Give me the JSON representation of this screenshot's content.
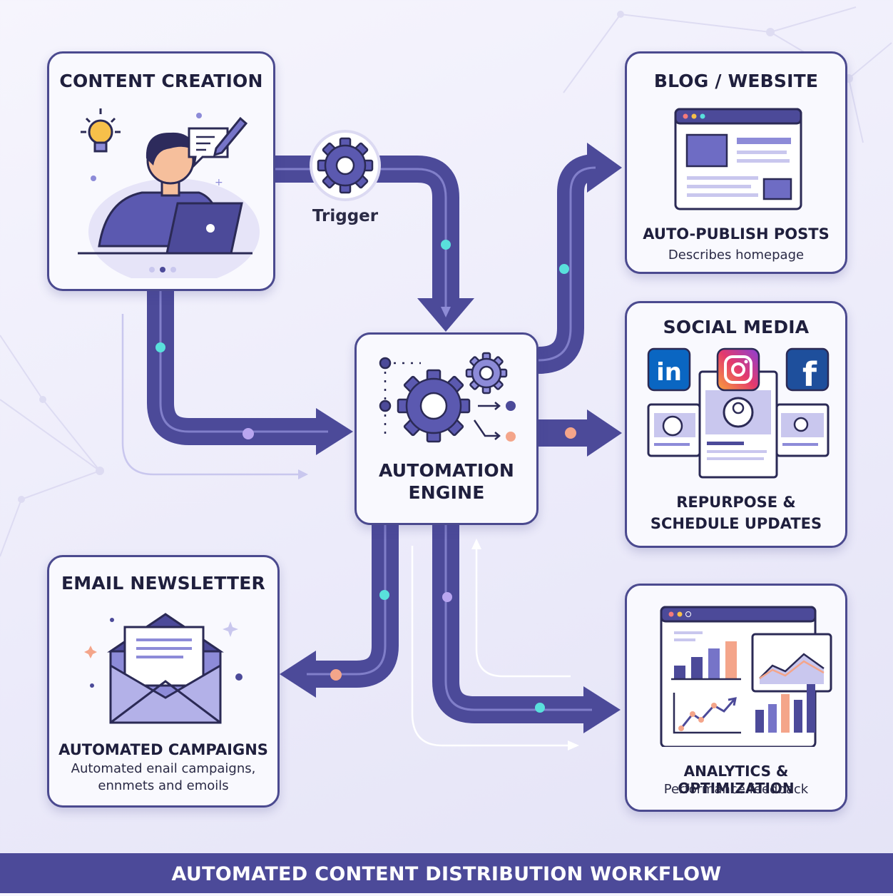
{
  "colors": {
    "primary": "#4c4a99",
    "flow_light": "#c9c7ee",
    "node_cyan": "#59e0dc",
    "node_orange": "#f4a58a",
    "node_lilac": "#b9a6f0"
  },
  "content_creation": {
    "title": "CONTENT CREATION",
    "icons": [
      "lightbulb-icon",
      "person-at-laptop-icon",
      "pen-and-note-icon"
    ]
  },
  "trigger": {
    "label": "Trigger",
    "icon": "gear-icon"
  },
  "engine": {
    "title_line1": "AUTOMATION",
    "title_line2": "ENGINE",
    "icons": [
      "gear-icon",
      "small-gear-icon"
    ]
  },
  "blog": {
    "title": "BLOG / WEBSITE",
    "subtitle": "AUTO-PUBLISH POSTS",
    "description": "Describes homepage",
    "icon": "browser-window-icon"
  },
  "social": {
    "title": "SOCIAL MEDIA",
    "subtitle_line1": "REPURPOSE &",
    "subtitle_line2": "SCHEDULE UPDATES",
    "logos": [
      {
        "name": "linkedin-logo",
        "text": "in"
      },
      {
        "name": "instagram-logo",
        "text": ""
      },
      {
        "name": "facebook-logo",
        "text": "f"
      }
    ]
  },
  "email": {
    "title": "EMAIL NEWSLETTER",
    "subtitle": "AUTOMATED CAMPAIGNS",
    "description_line1": "Automated enail campaigns,",
    "description_line2": "ennmets and emoils",
    "icon": "envelope-icon"
  },
  "analytics": {
    "title": "ANALYTICS & OPTIMIZATION",
    "description": "Performance feedback",
    "icon": "dashboard-icon"
  },
  "footer": {
    "title": "AUTOMATED CONTENT DISTRIBUTION WORKFLOW"
  }
}
